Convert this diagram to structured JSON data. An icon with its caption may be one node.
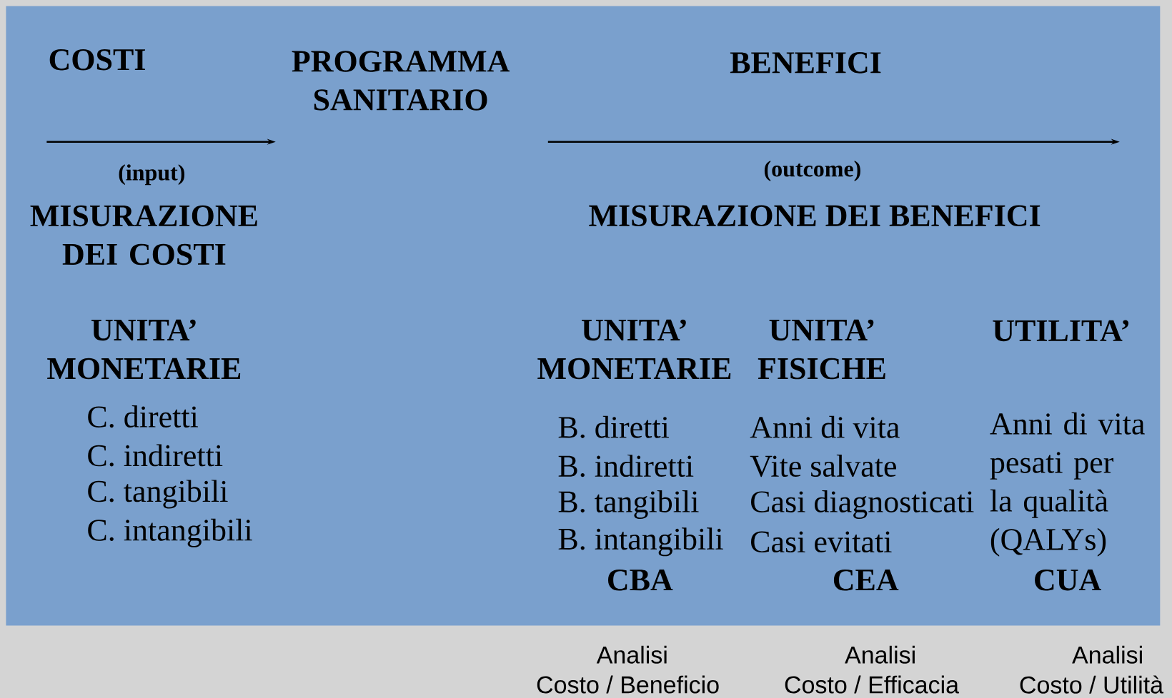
{
  "diagram": {
    "nodes": [
      {
        "text": [
          "COSTI"
        ]
      },
      {
        "text": [
          "PROGRAMMA SANITARIO"
        ]
      }
    ],
    "edges": [
      {
        "from": 0,
        "to": 1,
        "arrow": "to",
        "label": "(input)"
      },
      {
        "from": 1,
        "to": null,
        "arrow": "to",
        "label": "(outcome)"
      }
    ],
    "labels": [
      "BENEFICI",
      "MISURAZIONE DEI COSTI",
      "MISURAZIONE DEI BENEFICI",
      "UNITA’ MONETARIE",
      "C. diretti",
      "C. indiretti",
      "C. tangibili",
      "C. intangibili",
      "UNITA’ MONETARIE",
      "UNITA’ FISICHE",
      "UTILITA’",
      "B. diretti",
      "B. indiretti",
      "B. tangibili",
      "B. intangibili",
      "Anni di vita",
      "Vite salvate",
      "Casi diagnosticati",
      "Casi evitati",
      "Anni di vita pesati per la qualità (QALYs)",
      "CBA",
      "CEA",
      "CUA",
      "Analisi",
      "Costo / Beneficio",
      "Analisi",
      "Costo / Efficacia",
      "Analisi",
      "Costo / Utilità"
    ]
  }
}
